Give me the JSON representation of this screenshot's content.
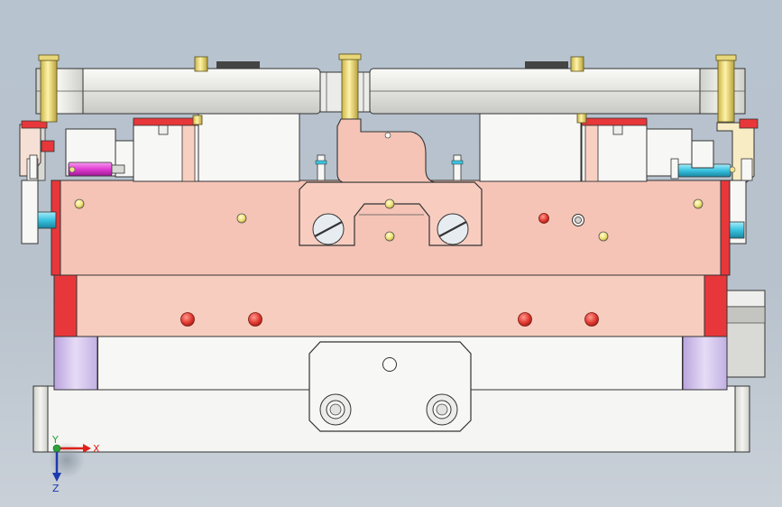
{
  "triad": {
    "x_label": "X",
    "y_label": "Y",
    "z_label": "Z",
    "x_color": "#e0201a",
    "y_color": "#2aa33a",
    "z_color": "#1e3ab0"
  },
  "colors": {
    "background_top": "#b7c3cf",
    "salmon_plate": "#f5c4b6",
    "red_accent": "#e8373a",
    "top_plate": "#e8e8e4",
    "base_plate": "#f4f4f2",
    "lavender": "#c9b8e8",
    "brass": "#f2e38a",
    "magenta_cylinder": "#e83fd6",
    "cyan_cylinder": "#3bc4e0"
  }
}
